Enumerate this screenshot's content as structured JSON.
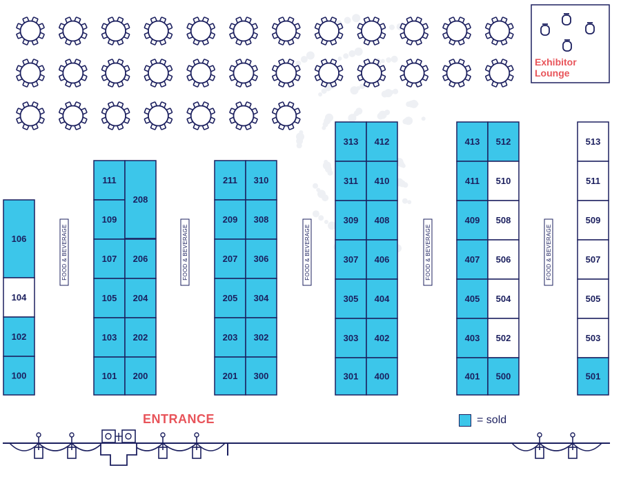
{
  "colors": {
    "sold": "#3cc6ea",
    "available": "#ffffff",
    "outline": "#1b1f5e",
    "accent": "#e8545a"
  },
  "entrance_label": "ENTRANCE",
  "lounge_label": "Exhibitor Lounge",
  "legend": {
    "text": "= sold"
  },
  "food_beverage_label": "FOOD & BEVERAGE",
  "round_tables": {
    "row_1": 12,
    "row_2": 12,
    "row_3": 7
  },
  "booths": [
    {
      "id": "106",
      "sold": true
    },
    {
      "id": "104",
      "sold": false
    },
    {
      "id": "102",
      "sold": true
    },
    {
      "id": "100",
      "sold": true
    },
    {
      "id": "111",
      "sold": true
    },
    {
      "id": "109",
      "sold": true
    },
    {
      "id": "107",
      "sold": true
    },
    {
      "id": "105",
      "sold": true
    },
    {
      "id": "103",
      "sold": true
    },
    {
      "id": "101",
      "sold": true
    },
    {
      "id": "208",
      "sold": true
    },
    {
      "id": "206",
      "sold": true
    },
    {
      "id": "204",
      "sold": true
    },
    {
      "id": "202",
      "sold": true
    },
    {
      "id": "200",
      "sold": true
    },
    {
      "id": "211",
      "sold": true
    },
    {
      "id": "209",
      "sold": true
    },
    {
      "id": "207",
      "sold": true
    },
    {
      "id": "205",
      "sold": true
    },
    {
      "id": "203",
      "sold": true
    },
    {
      "id": "201",
      "sold": true
    },
    {
      "id": "310",
      "sold": true
    },
    {
      "id": "308",
      "sold": true
    },
    {
      "id": "306",
      "sold": true
    },
    {
      "id": "304",
      "sold": true
    },
    {
      "id": "302",
      "sold": true
    },
    {
      "id": "300",
      "sold": true
    },
    {
      "id": "313",
      "sold": true
    },
    {
      "id": "311",
      "sold": true
    },
    {
      "id": "309",
      "sold": true
    },
    {
      "id": "307",
      "sold": true
    },
    {
      "id": "305",
      "sold": true
    },
    {
      "id": "303",
      "sold": true
    },
    {
      "id": "301",
      "sold": true
    },
    {
      "id": "412",
      "sold": true
    },
    {
      "id": "410",
      "sold": true
    },
    {
      "id": "408",
      "sold": true
    },
    {
      "id": "406",
      "sold": true
    },
    {
      "id": "404",
      "sold": true
    },
    {
      "id": "402",
      "sold": true
    },
    {
      "id": "400",
      "sold": true
    },
    {
      "id": "413",
      "sold": true
    },
    {
      "id": "411",
      "sold": true
    },
    {
      "id": "409",
      "sold": true
    },
    {
      "id": "407",
      "sold": true
    },
    {
      "id": "405",
      "sold": true
    },
    {
      "id": "403",
      "sold": true
    },
    {
      "id": "401",
      "sold": true
    },
    {
      "id": "512",
      "sold": true
    },
    {
      "id": "510",
      "sold": false
    },
    {
      "id": "508",
      "sold": false
    },
    {
      "id": "506",
      "sold": false
    },
    {
      "id": "504",
      "sold": false
    },
    {
      "id": "502",
      "sold": false
    },
    {
      "id": "500",
      "sold": true
    },
    {
      "id": "513",
      "sold": false
    },
    {
      "id": "511",
      "sold": false
    },
    {
      "id": "509",
      "sold": false
    },
    {
      "id": "507",
      "sold": false
    },
    {
      "id": "505",
      "sold": false
    },
    {
      "id": "503",
      "sold": false
    },
    {
      "id": "501",
      "sold": true
    }
  ]
}
